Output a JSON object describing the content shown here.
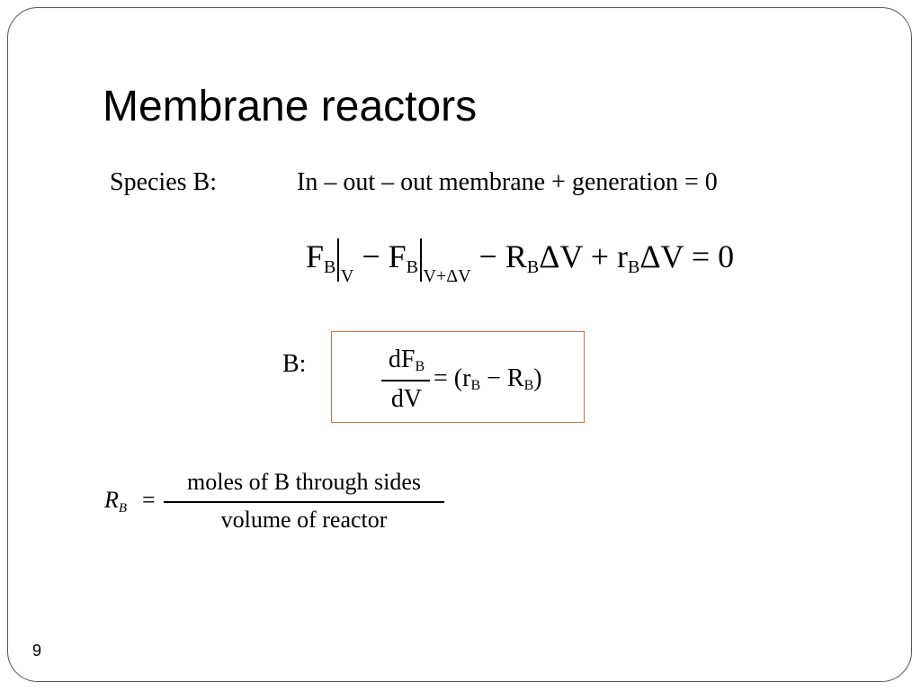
{
  "slide": {
    "title": "Membrane reactors",
    "page_number": "9"
  },
  "balance": {
    "species_label": "Species B:",
    "text": "In – out – out membrane + generation = 0"
  },
  "main_equation": {
    "t1": "F",
    "t1_sub": "B",
    "t1_eval": "V",
    "t2": " − F",
    "t2_sub": "B",
    "t2_eval": "V+ΔV",
    "t3": " − R",
    "t3_sub": "B",
    "t3_rest": "ΔV + r",
    "t4_sub": "B",
    "t4_rest": "ΔV = 0"
  },
  "differential": {
    "label": "B:",
    "num": "dF",
    "num_sub": "B",
    "den": "dV",
    "rhs_a": "= (r",
    "rhs_a_sub": "B",
    "rhs_b": " − R",
    "rhs_b_sub": "B",
    "rhs_c": ")"
  },
  "definition": {
    "lhs": "R",
    "lhs_sub": "B",
    "eq": "=",
    "num": "moles of B through sides",
    "den": "volume of reactor"
  },
  "colors": {
    "box_border": "#c8734a",
    "frame_border": "#555555"
  }
}
